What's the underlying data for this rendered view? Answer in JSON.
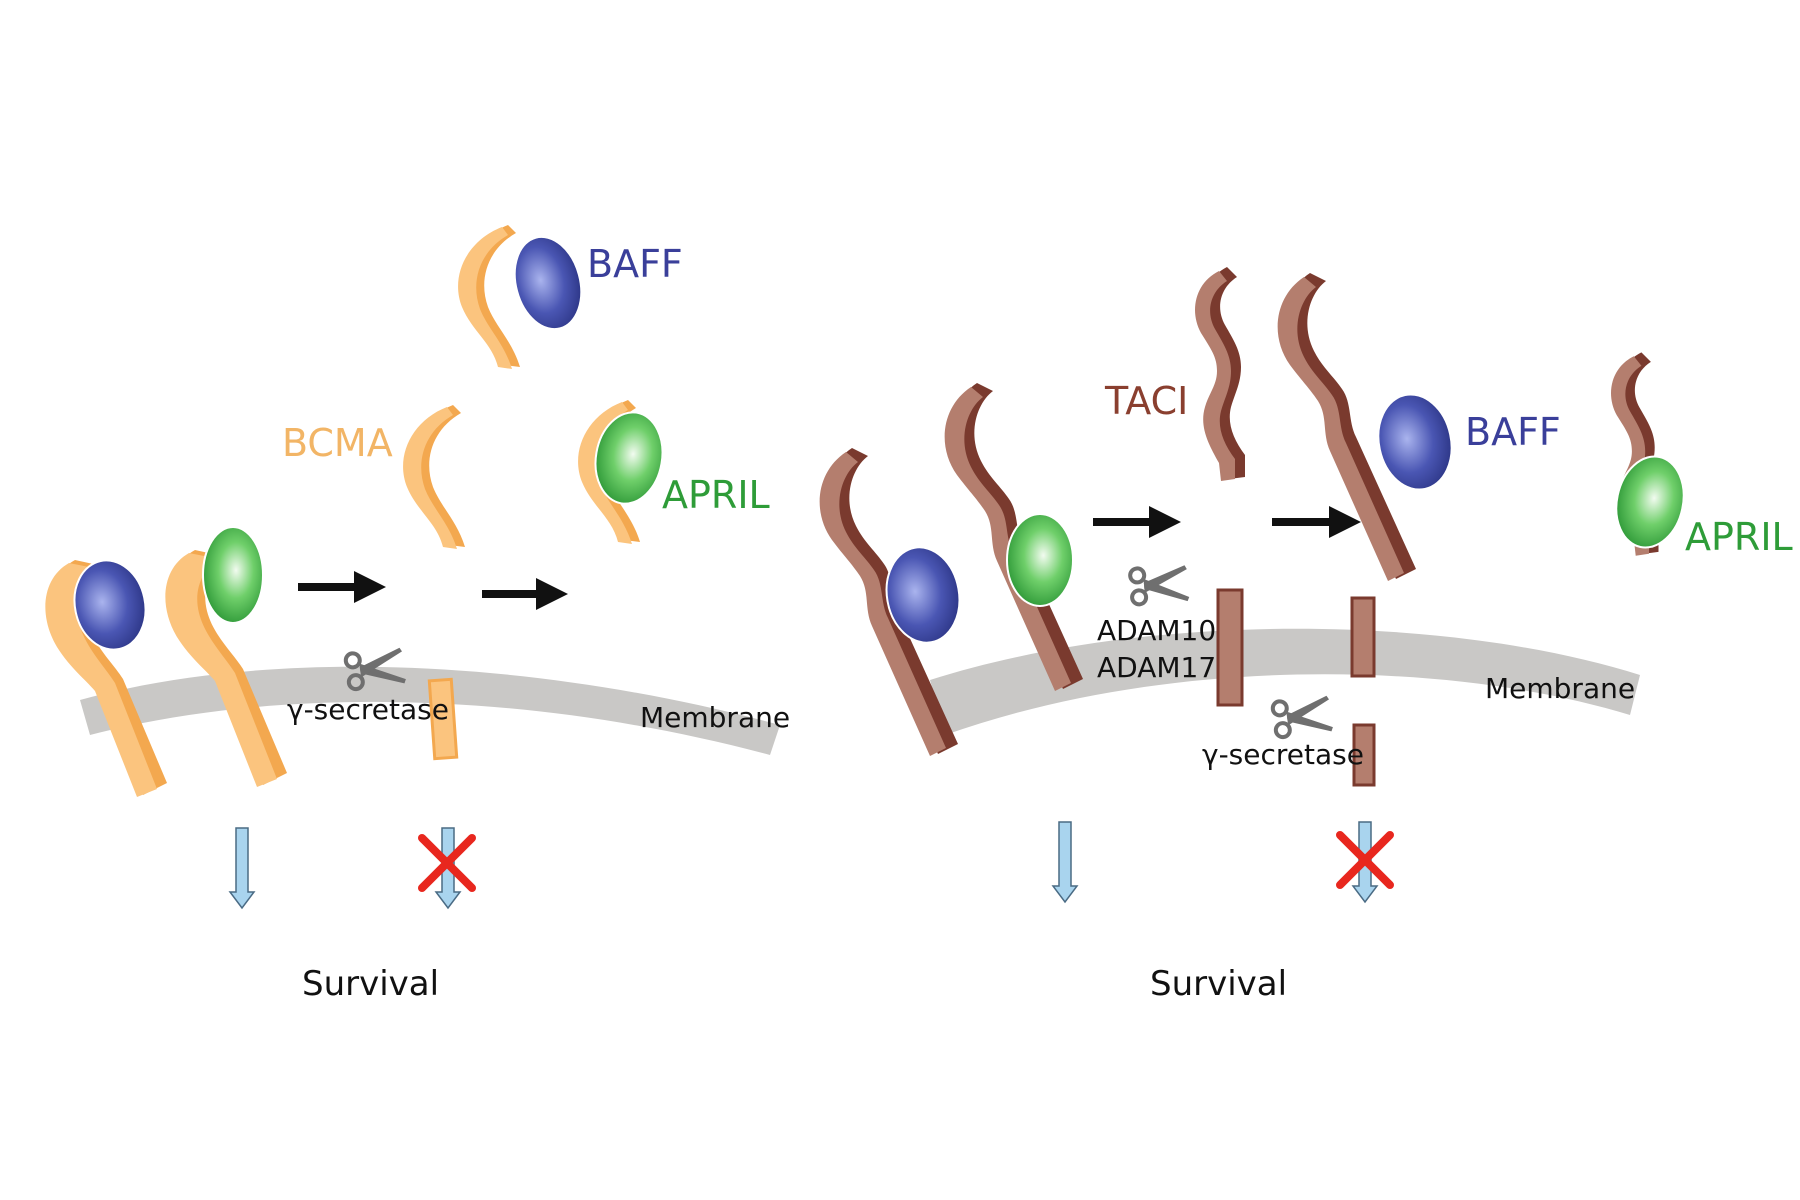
{
  "labels": {
    "left_baff": "BAFF",
    "left_bcma": "BCMA",
    "left_april": "APRIL",
    "left_gamma_secretase": "γ-secretase",
    "left_membrane": "Membrane",
    "left_survival": "Survival",
    "right_taci": "TACI",
    "right_baff": "BAFF",
    "right_april": "APRIL",
    "right_adam10": "ADAM10",
    "right_adam17": "ADAM17",
    "right_gamma_secretase": "γ-secretase",
    "right_membrane": "Membrane",
    "right_survival": "Survival"
  },
  "colors": {
    "bcma_fill": "#fbc47e",
    "bcma_shade": "#f3a84f",
    "taci_fill": "#b47e6e",
    "taci_shade": "#7a3a2e",
    "baff": "#3f4ba6",
    "april": "#2fa83a",
    "membrane": "#c9c8c6",
    "arrow": "#111111",
    "signal_arrow": "#a9d4ee",
    "cross": "#e8271e",
    "baff_text": "#3a3f9a",
    "april_text": "#2e9c38",
    "bcma_text": "#f2b566",
    "taci_text": "#8a3f2f",
    "scissors": "#6f6f6f"
  },
  "icons": {
    "scissors": "scissors-icon",
    "cross": "blocked-cross-icon"
  }
}
